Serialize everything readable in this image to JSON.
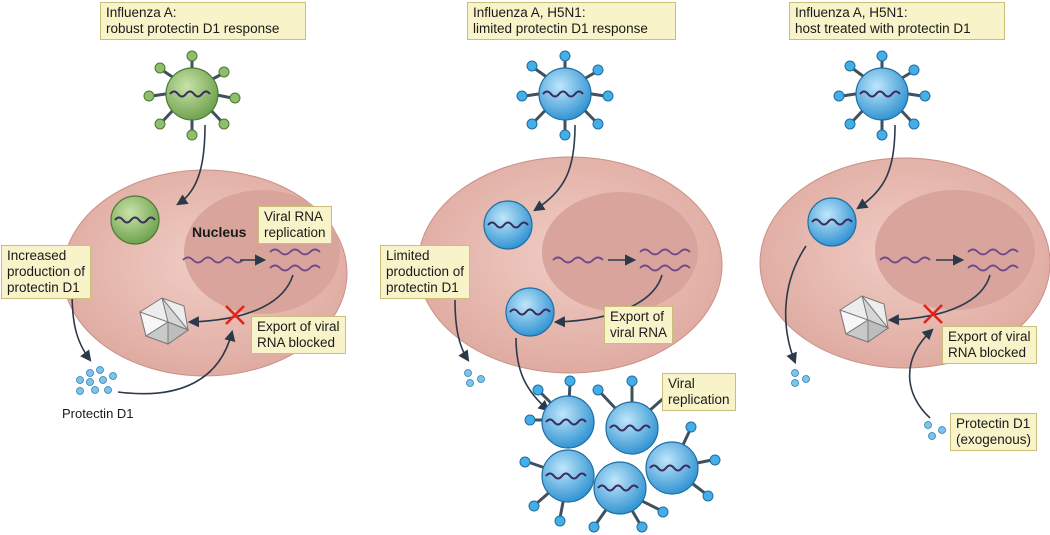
{
  "panels": [
    {
      "title_line1": "Influenza A:",
      "title_line2": "robust protectin D1 response",
      "nucleus_label": "Nucleus",
      "rna_replication": [
        "Viral RNA",
        "replication"
      ],
      "production": [
        "Increased",
        "production of",
        "protectin D1"
      ],
      "export_blocked": [
        "Export of viral",
        "RNA blocked"
      ],
      "protectin_label": "Protectin D1",
      "virus_color": "#8fbf6a"
    },
    {
      "title_line1": "Influenza A, H5N1:",
      "title_line2": "limited protectin D1 response",
      "production": [
        "Limited",
        "production of",
        "protectin D1"
      ],
      "export": [
        "Export of",
        "viral RNA"
      ],
      "replication": [
        "Viral",
        "replication"
      ],
      "virus_color": "#45aee6"
    },
    {
      "title_line1": "Influenza A, H5N1:",
      "title_line2": "host treated with protectin D1",
      "export_blocked": [
        "Export of viral",
        "RNA blocked"
      ],
      "exogenous": [
        "Protectin D1",
        "(exogenous)"
      ],
      "virus_color": "#45aee6"
    }
  ],
  "colors": {
    "cell": "#e8bcb3",
    "nucleus": "#d8a39b",
    "label_bg": "#f8f3c9",
    "block_x": "#e0231b",
    "arrow": "#2b3a4a"
  }
}
